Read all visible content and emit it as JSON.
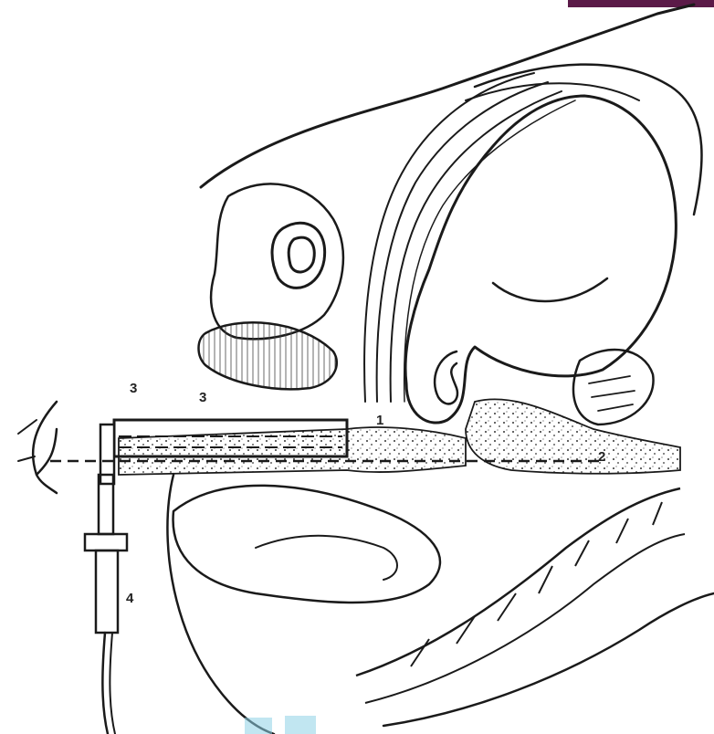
{
  "labels": {
    "label_1": "1",
    "label_2": "2",
    "label_3a": "3",
    "label_3b": "3",
    "label_4": "4"
  },
  "colors": {
    "ink": "#1a1a1a",
    "background": "#ffffff",
    "corner_bar": "#5b1a48",
    "watermark": "#8fd3e6"
  }
}
